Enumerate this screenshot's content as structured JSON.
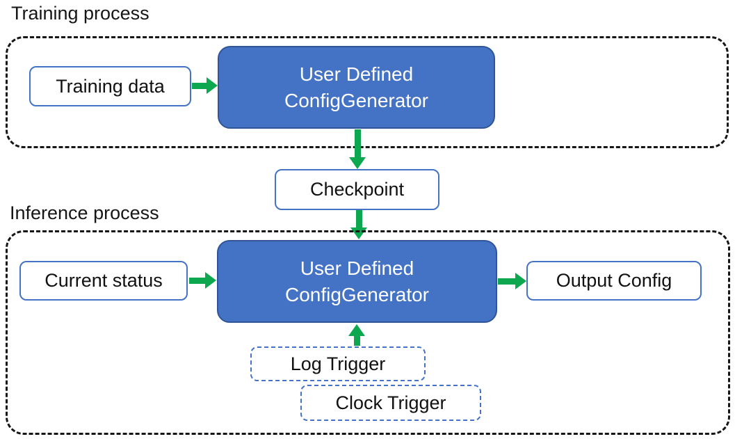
{
  "colors": {
    "node_fill": "#4472C4",
    "node_border": "#2F5597",
    "io_box_border": "#4472C4",
    "trigger_border": "#4472C4",
    "arrow_green": "#0DA750",
    "container_dash": "#161616",
    "text_dark": "#111111",
    "text_on_node": "#ffffff"
  },
  "training": {
    "title": "Training process",
    "input_label": "Training data",
    "generator_line1": "User Defined",
    "generator_line2": "ConfigGenerator"
  },
  "checkpoint": {
    "label": "Checkpoint"
  },
  "inference": {
    "title": "Inference process",
    "input_label": "Current status",
    "generator_line1": "User Defined",
    "generator_line2": "ConfigGenerator",
    "output_label": "Output Config",
    "triggers": {
      "log": "Log Trigger",
      "clock": "Clock Trigger"
    }
  }
}
